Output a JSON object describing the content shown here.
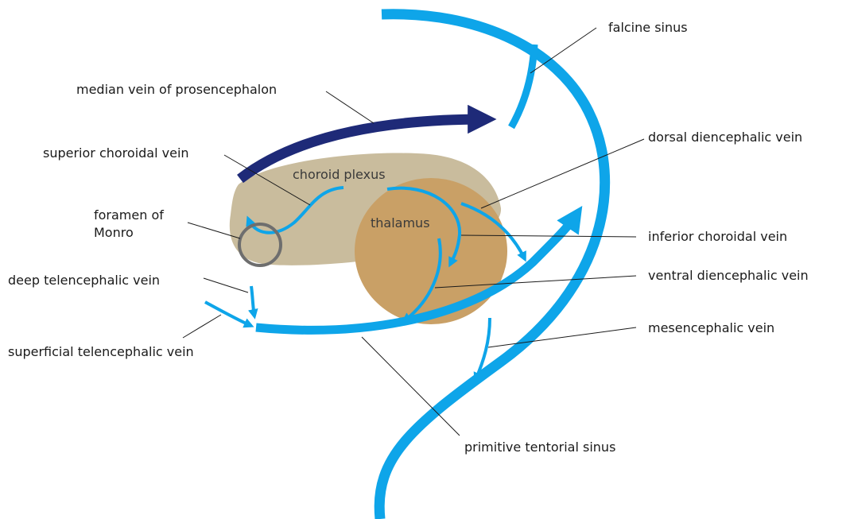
{
  "colors": {
    "vein_blue": "#0ea5e9",
    "median_vein": "#1e2a78",
    "choroid_plexus_fill": "#c9bc9d",
    "thalamus_fill": "#c9a066",
    "foramen_ring": "#6e6e6e",
    "text": "#1a1a1a"
  },
  "structures": {
    "choroid_plexus": "choroid plexus",
    "thalamus": "thalamus"
  },
  "labels": {
    "falcine_sinus": "falcine sinus",
    "median_vein": "median vein of prosencephalon",
    "superior_choroidal_vein": "superior choroidal vein",
    "dorsal_diencephalic_vein": "dorsal diencephalic vein",
    "foramen_line1": "foramen of",
    "foramen_line2": "Monro",
    "inferior_choroidal_vein": "inferior choroidal vein",
    "deep_telencephalic_vein": "deep telencephalic vein",
    "ventral_diencephalic_vein": "ventral diencephalic vein",
    "mesencephalic_vein": "mesencephalic vein",
    "superficial_telencephalic_vein": "superficial telencephalic vein",
    "primitive_tentorial_sinus": "primitive tentorial sinus"
  }
}
